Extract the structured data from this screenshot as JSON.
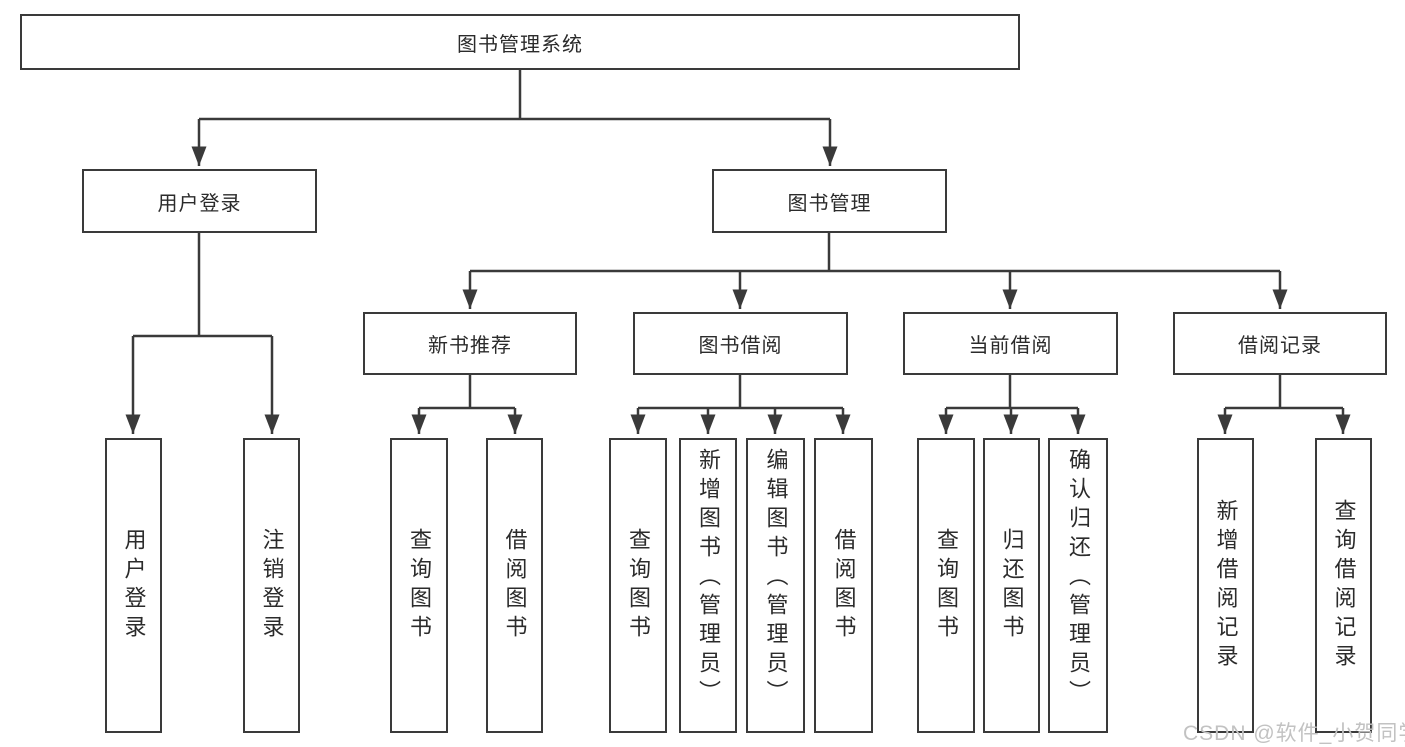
{
  "tree": {
    "root": {
      "label": "图书管理系统"
    },
    "branches": [
      {
        "label": "用户登录",
        "leaves": [
          {
            "label": "用户登录"
          },
          {
            "label": "注销登录"
          }
        ]
      },
      {
        "label": "图书管理",
        "groups": [
          {
            "label": "新书推荐",
            "leaves": [
              {
                "label": "查询图书"
              },
              {
                "label": "借阅图书"
              }
            ]
          },
          {
            "label": "图书借阅",
            "leaves": [
              {
                "label": "查询图书"
              },
              {
                "label": "新增图书（管理员）"
              },
              {
                "label": "编辑图书（管理员）"
              },
              {
                "label": "借阅图书"
              }
            ]
          },
          {
            "label": "当前借阅",
            "leaves": [
              {
                "label": "查询图书"
              },
              {
                "label": "归还图书"
              },
              {
                "label": "确认归还（管理员）"
              }
            ]
          },
          {
            "label": "借阅记录",
            "leaves": [
              {
                "label": "新增借阅记录"
              },
              {
                "label": "查询借阅记录"
              }
            ]
          }
        ]
      }
    ]
  },
  "watermark": "CSDN @软件_小贺同学",
  "colors": {
    "line": "#3a3a3a",
    "text": "#2b2b2b",
    "watermark": "#c2c2c2",
    "background": "#ffffff"
  }
}
